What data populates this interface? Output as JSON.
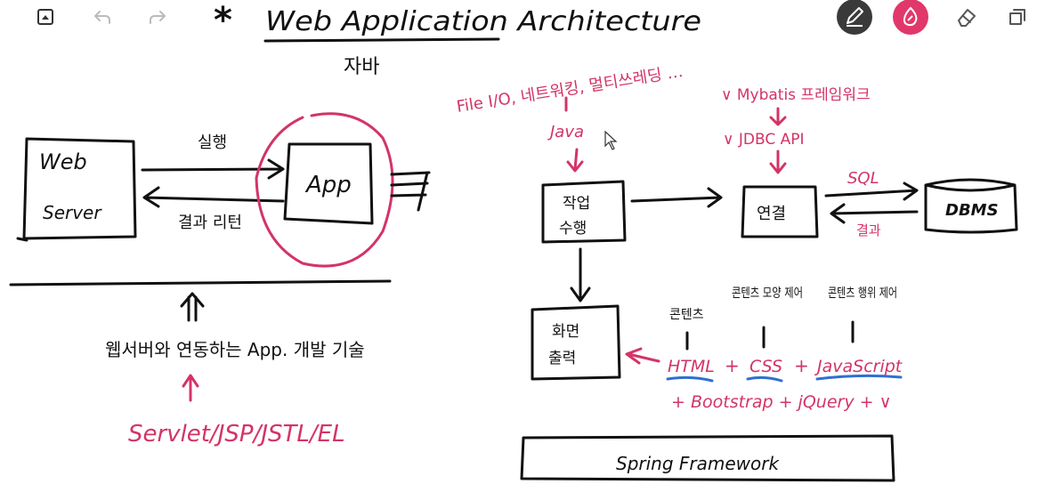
{
  "colors": {
    "ink": "#111111",
    "accent": "#d33466",
    "underline": "#2f6fd1",
    "tool_dark": "#3a3a3a",
    "tool_pink": "#e0386a"
  },
  "toolbar": {
    "left": [
      {
        "icon": "sidebar-toggle-icon"
      },
      {
        "icon": "undo-icon"
      },
      {
        "icon": "redo-icon"
      }
    ],
    "right": [
      {
        "icon": "pen-icon"
      },
      {
        "icon": "highlighter-icon"
      },
      {
        "icon": "eraser-icon"
      },
      {
        "icon": "copy-icon"
      }
    ]
  },
  "title": {
    "star": "*",
    "text": "Web Application Architecture",
    "subtitle": "자바"
  },
  "left": {
    "web_server": {
      "line1": "Web",
      "line2": "Server"
    },
    "app": "App",
    "request_label": "실행",
    "response_label": "결과 리턴",
    "description": "웹서버와 연동하는 App. 개발 기술",
    "technologies": "Servlet/JSP/JSTL/EL"
  },
  "right": {
    "top_note": "File I/O, 네트워킹, 멀티쓰레딩 …",
    "java": "Java",
    "mybatis": "∨ Mybatis 프레임워크",
    "jdbc": "∨ JDBC API",
    "process_box": {
      "line1": "작업",
      "line2": "수행"
    },
    "connect_box": "연결",
    "sql": "SQL",
    "result": "결과",
    "dbms": "DBMS",
    "display_box": {
      "line1": "화면",
      "line2": "출력"
    },
    "labels": {
      "html": "콘텐츠",
      "css": "콘텐츠 모양 제어",
      "js": "콘텐츠 행위 제어"
    },
    "html": "HTML",
    "css": "CSS",
    "js": "JavaScript",
    "plus": "+",
    "libs": "+ Bootstrap + jQuery + ∨",
    "spring": "Spring Framework"
  }
}
